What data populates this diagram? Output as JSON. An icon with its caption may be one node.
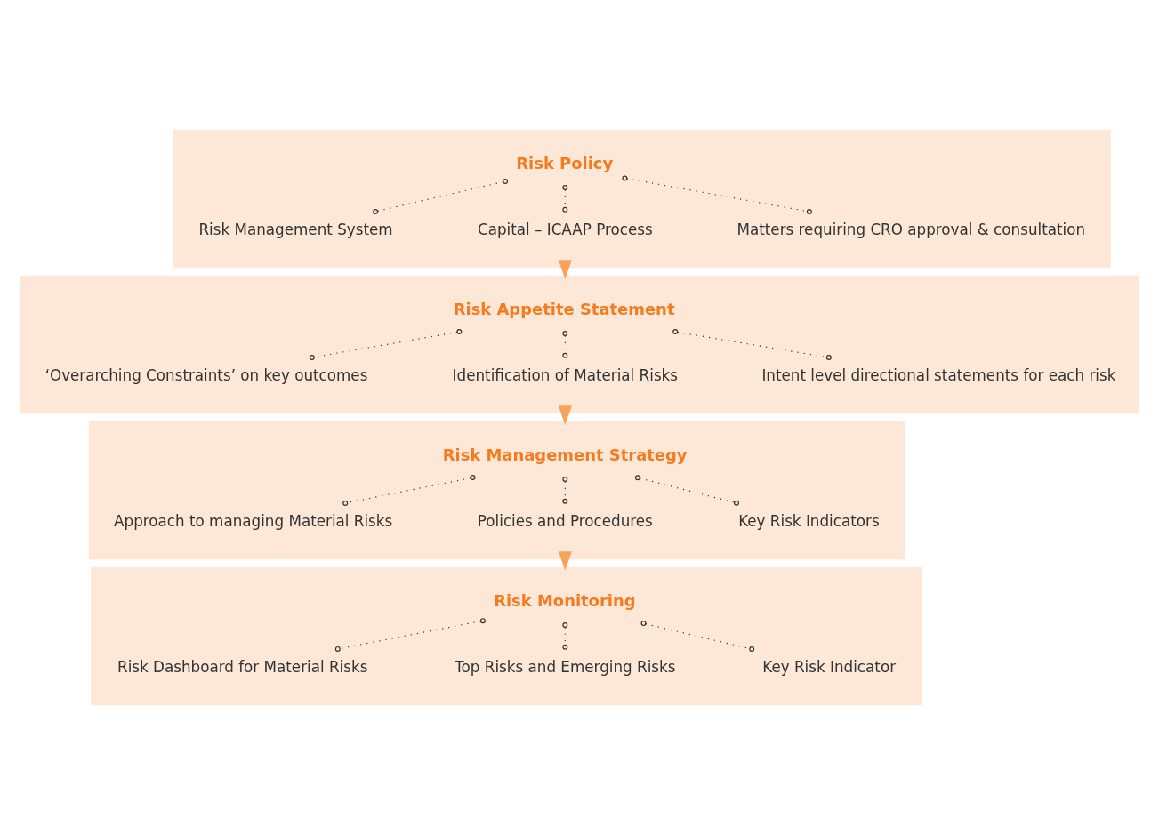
{
  "diagram": {
    "nodes": [
      {
        "text": [],
        "shape": "box"
      },
      {
        "text": [
          "Risk Policy"
        ],
        "in": 0
      },
      {
        "text": [
          "Risk Management System"
        ],
        "in": 0
      },
      {
        "text": [
          "Capital – ICAAP Process"
        ],
        "in": 0
      },
      {
        "text": [
          "Matters requiring CRO approval & consultation"
        ],
        "in": 0
      },
      {
        "text": [],
        "shape": "box"
      },
      {
        "text": [
          "Risk Appetite Statement"
        ],
        "in": 5
      },
      {
        "text": [
          "‘Overarching Constraints’ on key outcomes"
        ],
        "in": 5
      },
      {
        "text": [
          "Identification of Material Risks"
        ],
        "in": 5
      },
      {
        "text": [
          "Intent level directional statements for each risk"
        ],
        "in": 5
      },
      {
        "text": [],
        "shape": "box"
      },
      {
        "text": [
          "Risk Management Strategy"
        ],
        "in": 10
      },
      {
        "text": [
          "Approach to managing Material Risks"
        ],
        "in": 10
      },
      {
        "text": [
          "Policies and Procedures"
        ],
        "in": 10
      },
      {
        "text": [
          "Key Risk Indicators"
        ],
        "in": 10
      },
      {
        "text": [],
        "shape": "box"
      },
      {
        "text": [
          "Risk Monitoring"
        ],
        "in": 15
      },
      {
        "text": [
          "Risk Dashboard for Material Risks"
        ],
        "in": 15
      },
      {
        "text": [
          "Top Risks and Emerging Risks"
        ],
        "in": 15
      },
      {
        "text": [
          "Key Risk Indicator"
        ],
        "in": 15
      }
    ],
    "edges": [
      {
        "from": 1,
        "to": 2,
        "arrow": "other",
        "style": "dashed"
      },
      {
        "from": 1,
        "to": 3,
        "arrow": "other",
        "style": "dashed"
      },
      {
        "from": 1,
        "to": 4,
        "arrow": "other",
        "style": "dashed"
      },
      {
        "from": 0,
        "to": 5,
        "arrow": "to",
        "color": "#f7a35c"
      },
      {
        "from": 6,
        "to": 7,
        "arrow": "other",
        "style": "dashed"
      },
      {
        "from": 6,
        "to": 8,
        "arrow": "other",
        "style": "dashed"
      },
      {
        "from": 6,
        "to": 9,
        "arrow": "other",
        "style": "dashed"
      },
      {
        "from": 5,
        "to": 10,
        "arrow": "to",
        "color": "#f7a35c"
      },
      {
        "from": 11,
        "to": 12,
        "arrow": "other",
        "style": "dashed"
      },
      {
        "from": 11,
        "to": 13,
        "arrow": "other",
        "style": "dashed"
      },
      {
        "from": 11,
        "to": 14,
        "arrow": "other",
        "style": "dashed"
      },
      {
        "from": 10,
        "to": 15,
        "arrow": "to",
        "color": "#f7a35c"
      },
      {
        "from": 16,
        "to": 17,
        "arrow": "other",
        "style": "dashed"
      },
      {
        "from": 16,
        "to": 18,
        "arrow": "other",
        "style": "dashed"
      },
      {
        "from": 16,
        "to": 19,
        "arrow": "other",
        "style": "dashed"
      }
    ]
  }
}
